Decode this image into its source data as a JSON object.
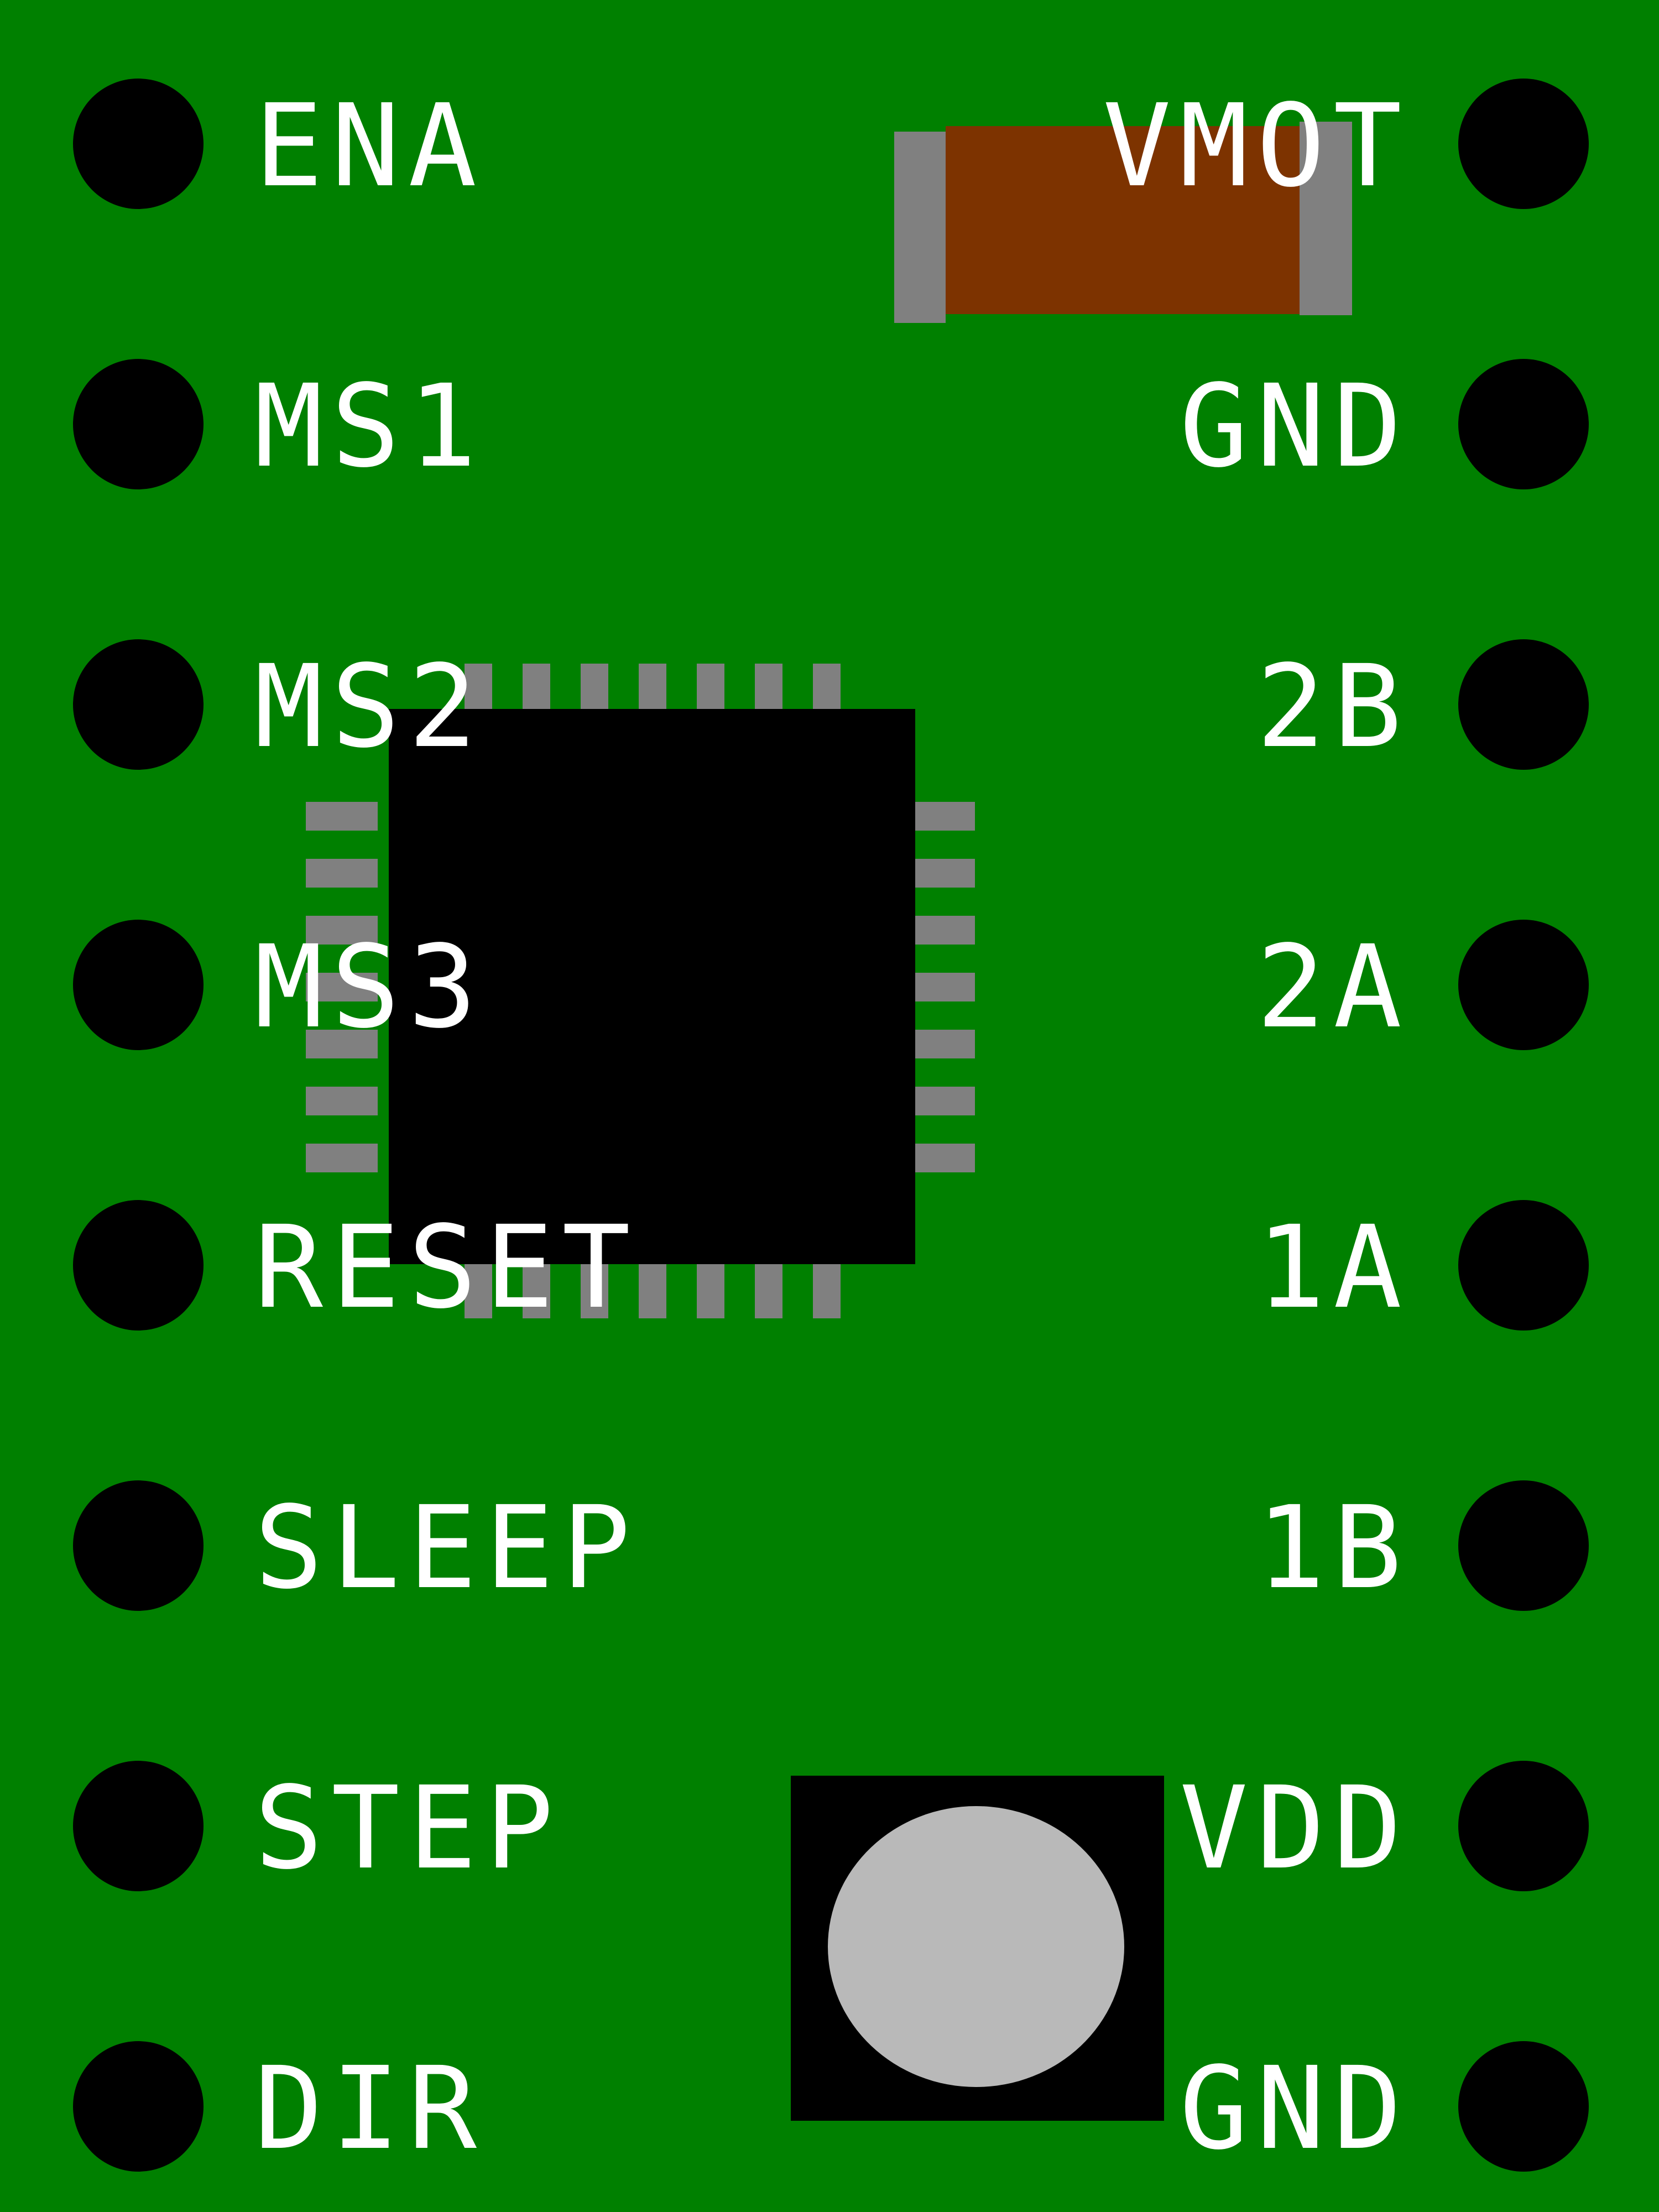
{
  "board": {
    "kind": "pcb-top-view",
    "background_color": "#008000",
    "silkscreen_color": "#FFFFFF",
    "hole_color": "#000000",
    "pad_color": "#808080",
    "left_pin_labels": [
      "ENA",
      "MS1",
      "MS2",
      "MS3",
      "RESET",
      "SLEEP",
      "STEP",
      "DIR"
    ],
    "right_pin_labels": [
      "VMOT",
      "GND",
      "2B",
      "2A",
      "1A",
      "1B",
      "VDD",
      "GND"
    ],
    "ic": {
      "icon": "qfp-chip-icon",
      "body_color": "#000000",
      "pad_color": "#808080",
      "pads_top": 7,
      "pads_bottom": 7,
      "pads_left": 7,
      "pads_right": 7
    },
    "capacitor": {
      "icon": "smd-capacitor-icon",
      "body_color": "#7D3300",
      "terminal_color": "#808080"
    },
    "potentiometer": {
      "icon": "potentiometer-icon",
      "base_color": "#000000",
      "dial_color": "#B9B9B9"
    }
  }
}
